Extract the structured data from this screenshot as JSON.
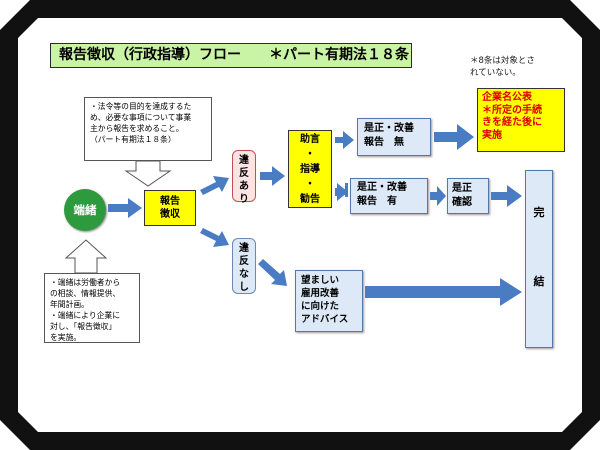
{
  "title": "報告徴収（行政指導）フロー　　＊パート有期法１８条",
  "note_top_right": [
    "＊8条は対象とさ",
    "れていない。"
  ],
  "callout_top": [
    "・法令等の目的を達成するた",
    "め、必要な事項について事業",
    "主から報告を求めること。",
    "（パート有期法１８条）"
  ],
  "callout_bottom": [
    "・端緒は労働者から",
    "の相談、情報提供、",
    "年間計画。",
    "・端緒により企業に",
    "対し、「報告徴収」",
    "を実施。"
  ],
  "tanshou": "端緒",
  "houkoku_choushu": [
    "報告",
    "徴収"
  ],
  "ihan_ari": [
    "違",
    "反",
    "あ",
    "り"
  ],
  "ihan_nashi": [
    "違",
    "反",
    "な",
    "し"
  ],
  "jogen": [
    "助言",
    "・",
    "指導",
    "・",
    "勧告"
  ],
  "zesei_kaizen_nashi": [
    "是正・改善",
    "報告　無"
  ],
  "zesei_kaizen_ari": [
    "是正・改善",
    "報告　有"
  ],
  "zesei_kakunin": [
    "是正",
    "確認"
  ],
  "kigyoumei": [
    "企業名公表",
    "＊所定の手続",
    "きを経た後に",
    "実施"
  ],
  "nozomashii": [
    "望ましい",
    "雇用改善",
    "に向けた",
    "アドバイス"
  ],
  "kanketsu": [
    "完",
    "結"
  ],
  "colors": {
    "title_bg": "#c9f3a5",
    "yellow": "#ffff00",
    "blue_box": "#dde9f6",
    "arrow": "#4a7cc4",
    "red_text": "#e00000",
    "green_circle": "#2e9a3e"
  }
}
